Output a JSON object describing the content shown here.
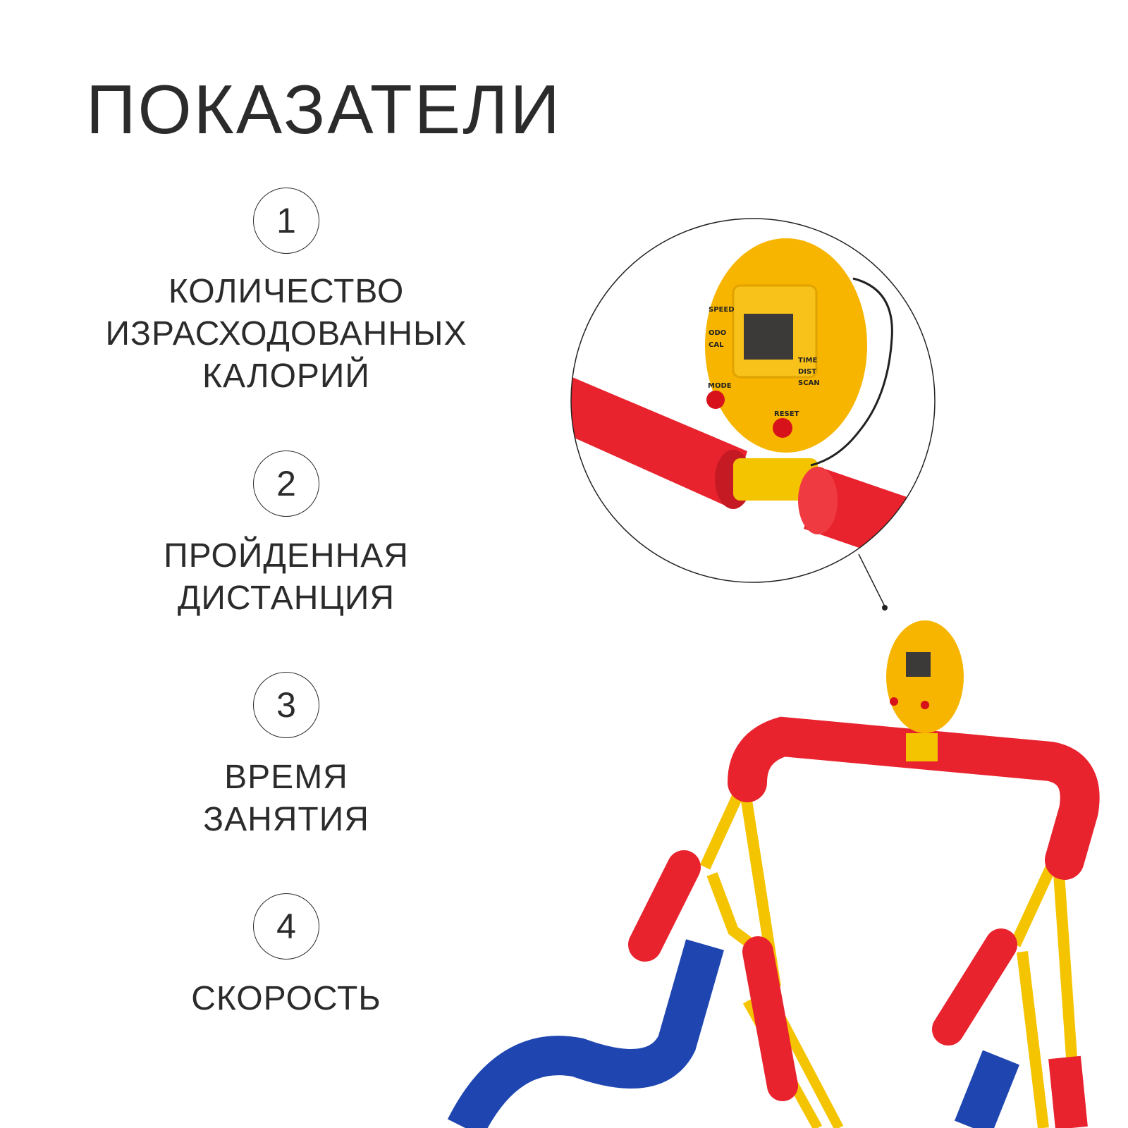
{
  "title": "ПОКАЗАТЕЛИ",
  "items": [
    {
      "number": "1",
      "lines": [
        "КОЛИЧЕСТВО",
        "ИЗРАСХОДОВАННЫХ",
        "КАЛОРИЙ"
      ]
    },
    {
      "number": "2",
      "lines": [
        "ПРОЙДЕННАЯ",
        "ДИСТАНЦИЯ"
      ]
    },
    {
      "number": "3",
      "lines": [
        "ВРЕМЯ",
        "ЗАНЯТИЯ"
      ]
    },
    {
      "number": "4",
      "lines": [
        "СКОРОСТЬ"
      ]
    }
  ],
  "display_labels": {
    "left": [
      "SPEED",
      "ODO",
      "CAL"
    ],
    "right": [
      "TIME",
      "DIST",
      "SCAN"
    ],
    "mode": "MODE",
    "reset": "RESET"
  },
  "colors": {
    "red": "#e8232e",
    "yellow": "#f7b500",
    "blue": "#1f46b0",
    "frame_yellow": "#f5c400"
  }
}
